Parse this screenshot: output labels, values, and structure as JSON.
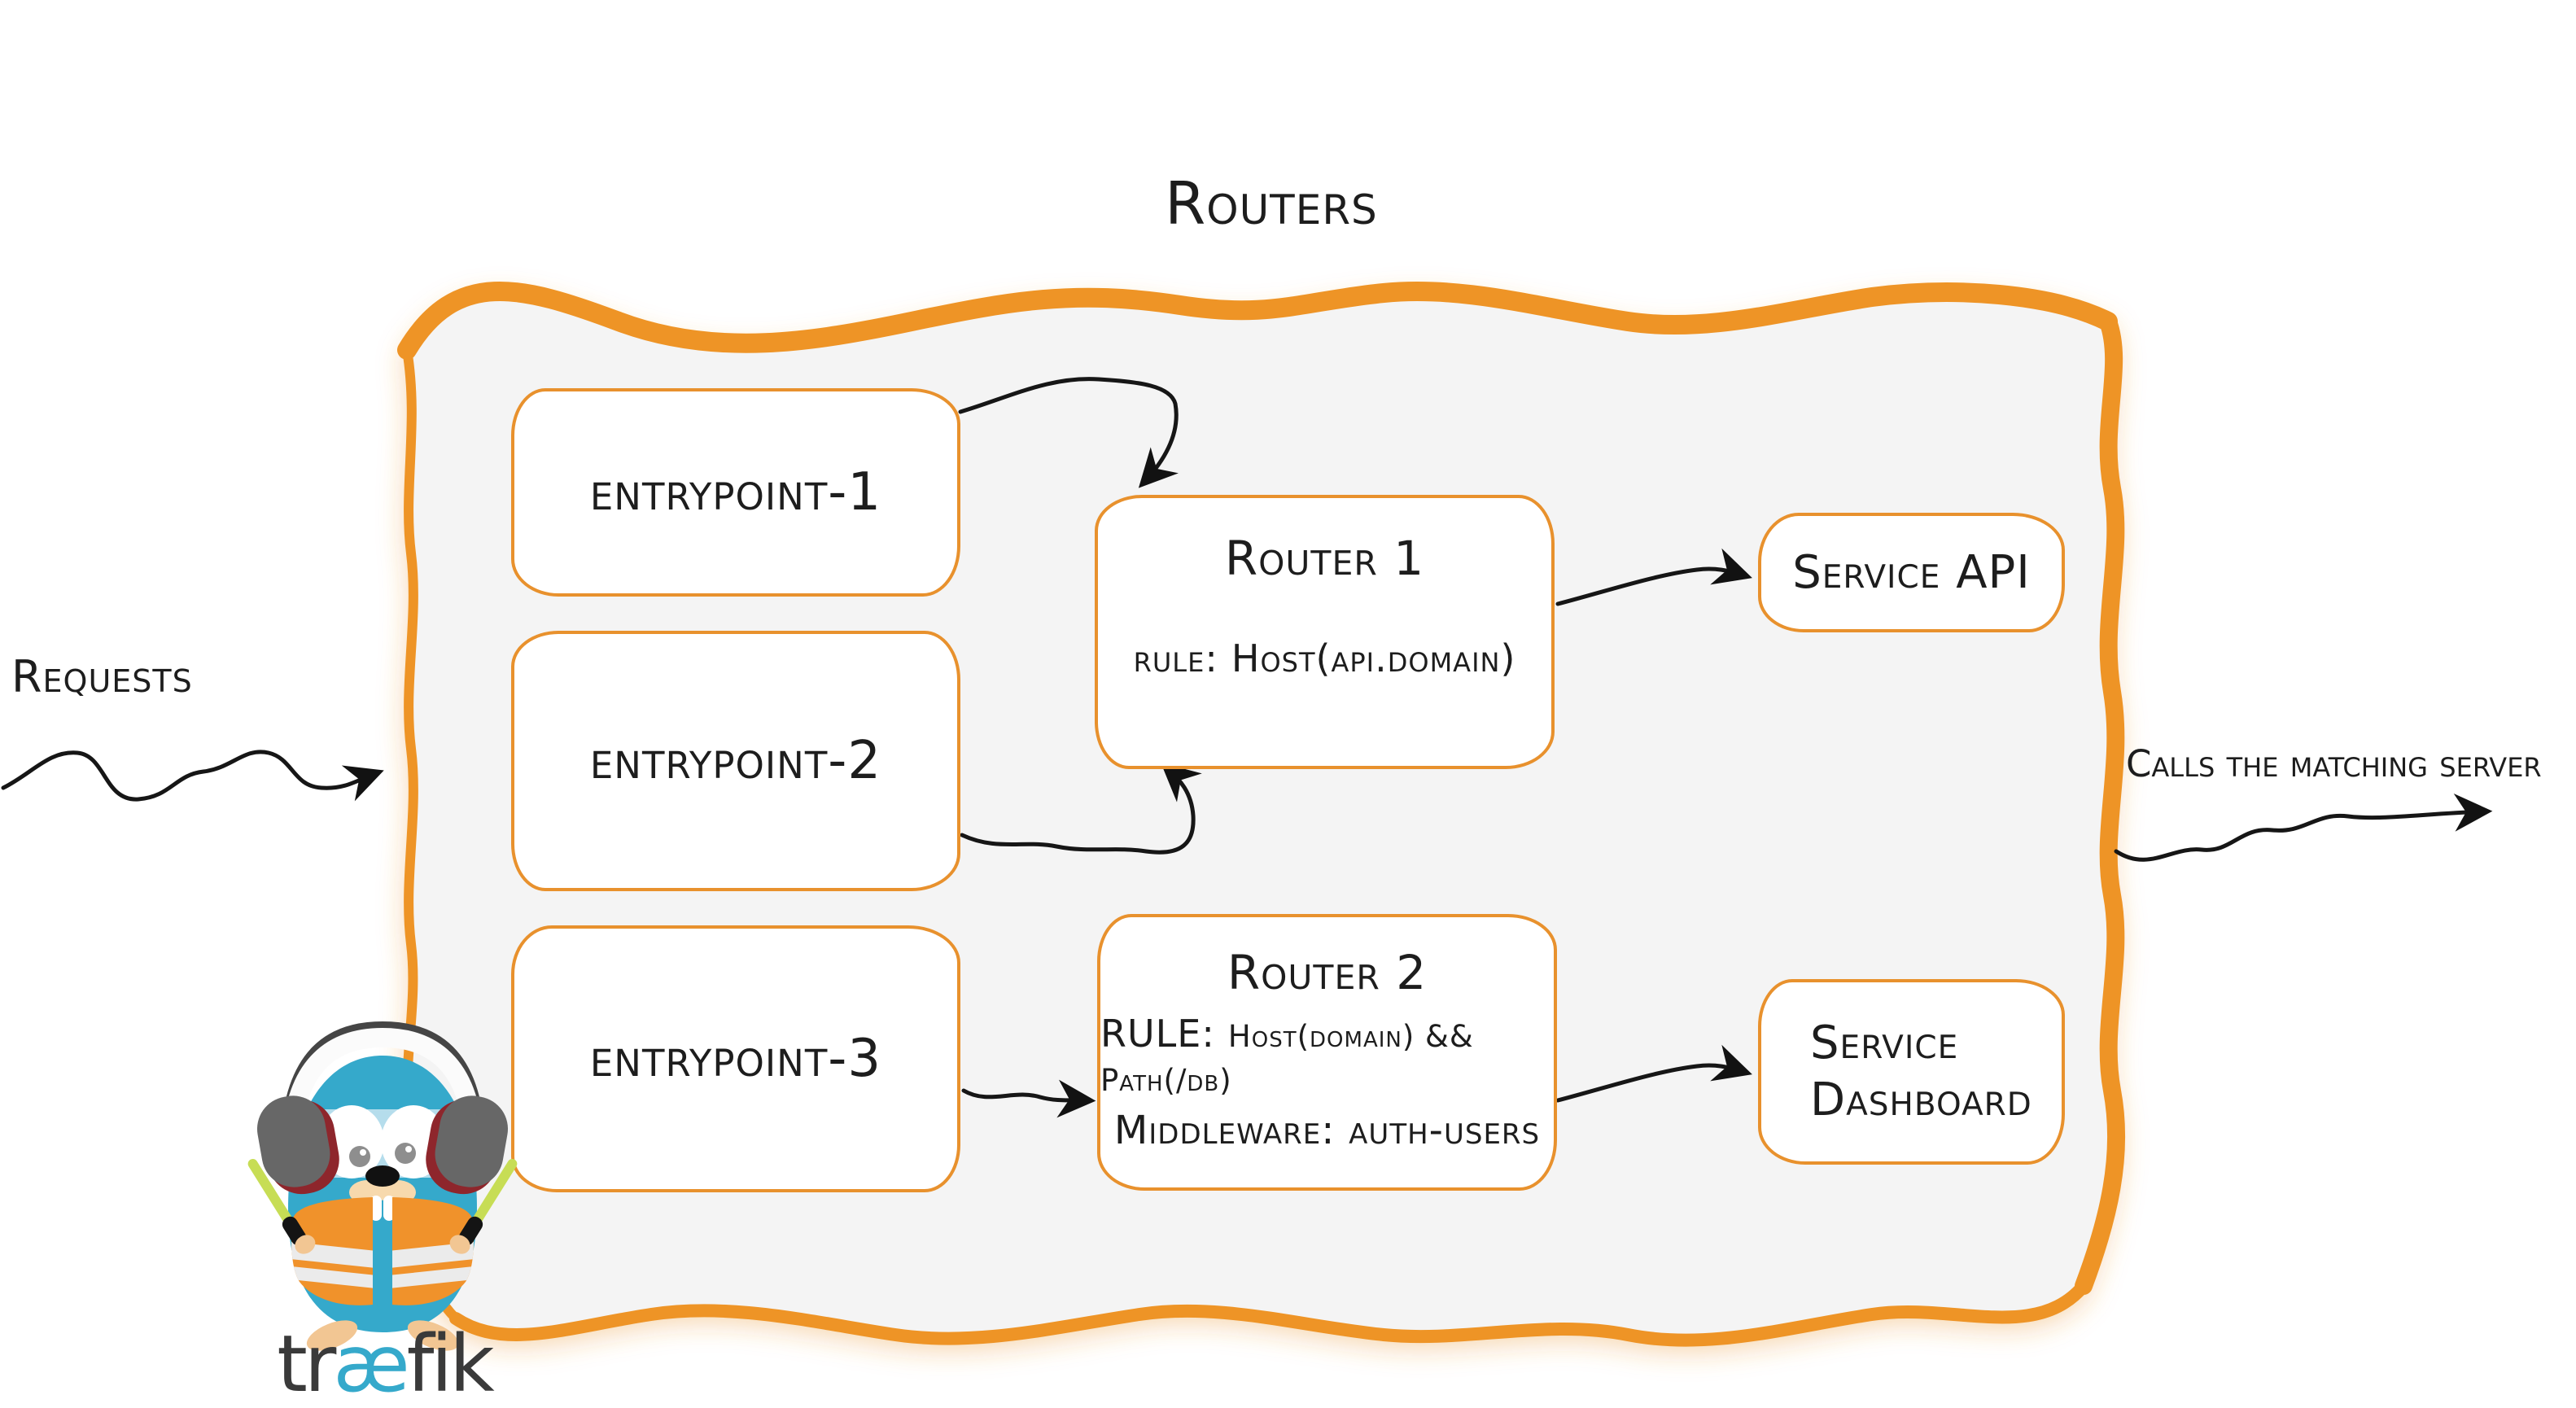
{
  "diagram": {
    "title": "Routers",
    "left_label": "Requests",
    "right_label": "Calls the matching server"
  },
  "entrypoints": [
    {
      "label": "entrypoint-1"
    },
    {
      "label": "entrypoint-2"
    },
    {
      "label": "entrypoint-3"
    }
  ],
  "routers": [
    {
      "name": "Router 1",
      "rule_label": "rule:",
      "rule_value": "Host(api.domain)"
    },
    {
      "name": "Router 2",
      "rule_label": "RULE:",
      "rule_value": "Host(domain) && Path(/db)",
      "middleware_label": "Middleware:",
      "middleware_value": "auth-users"
    }
  ],
  "services": [
    {
      "label": "Service API"
    },
    {
      "label": "Service Dashboard"
    }
  ],
  "logo": {
    "part1": "tr",
    "part2": "æ",
    "part3": "fik"
  },
  "colors": {
    "container_border": "#EE9426",
    "box_border": "#E8912D",
    "container_fill": "#F4F4F4",
    "ink": "#1D1D1D",
    "gopher_teal": "#35A9CB",
    "logo_dark": "#3A3A3A",
    "vest_orange": "#F0922B",
    "wand_green": "#C7DD55"
  }
}
